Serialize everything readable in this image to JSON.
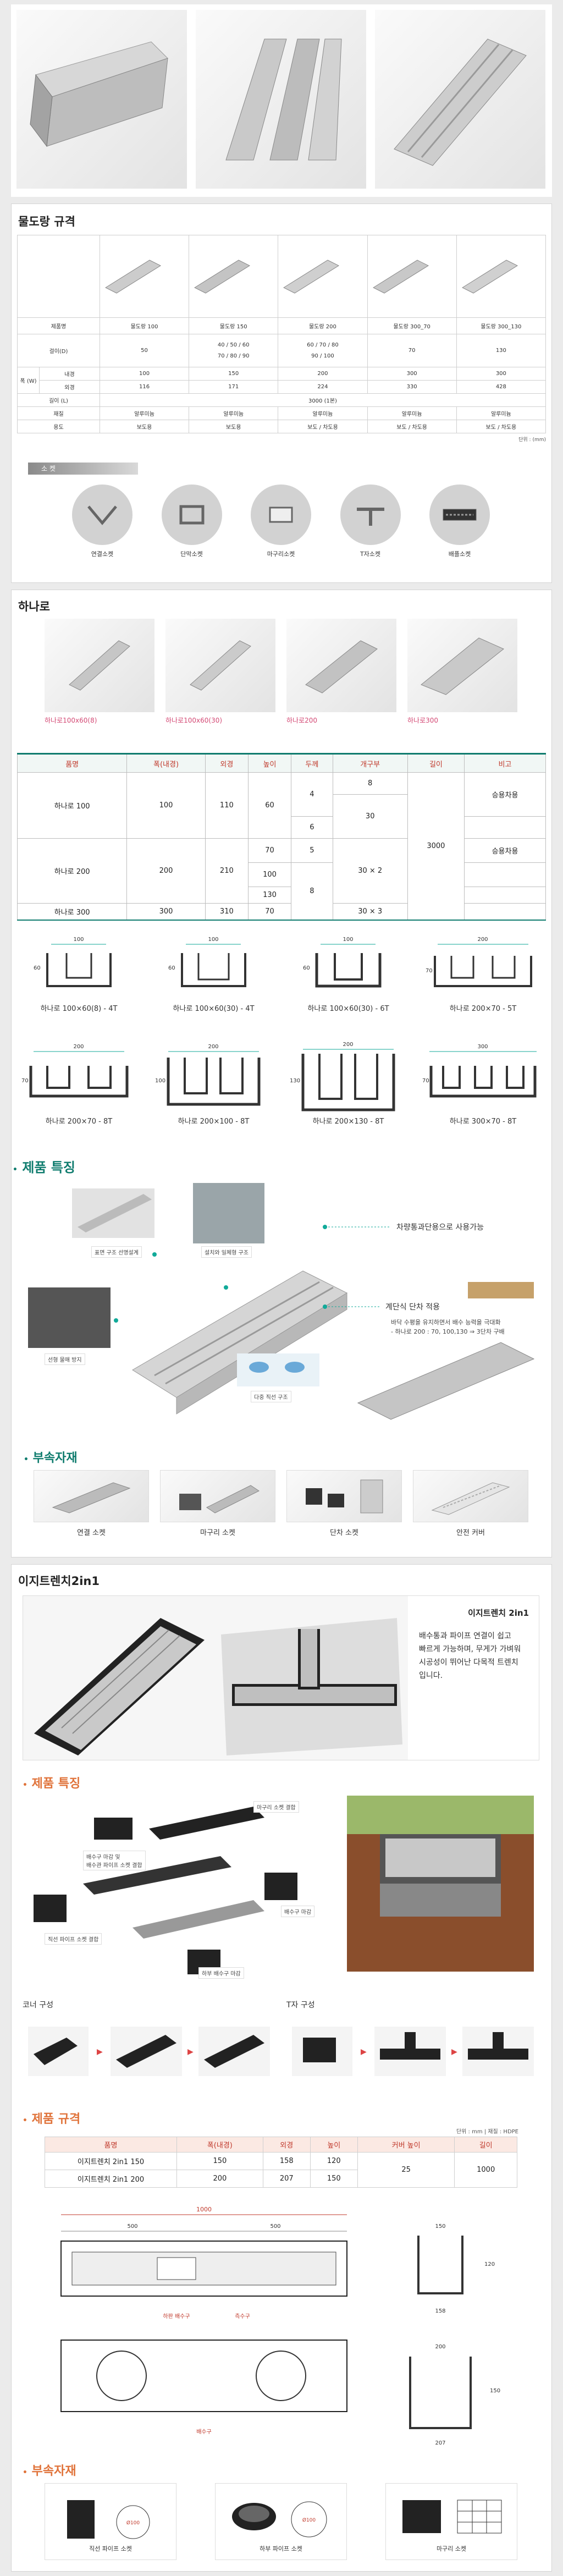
{
  "section1": {
    "title": "물도랑 규격",
    "table": {
      "row_labels": [
        "제품명",
        "걸이(D)",
        "폭 (W)",
        "내경",
        "외경",
        "길이 (L)",
        "재질",
        "용도"
      ],
      "width_group_label": "폭 (W)",
      "columns": [
        {
          "name": "물도랑 100",
          "hook": "50",
          "inner": "100",
          "outer": "116",
          "material": "알루미늄",
          "use": "보도용"
        },
        {
          "name": "물도랑 150",
          "hook": "40 / 50 / 60\n70 / 80 / 90",
          "inner": "150",
          "outer": "171",
          "material": "알루미늄",
          "use": "보도용"
        },
        {
          "name": "물도랑 200",
          "hook": "60 / 70 / 80\n90 / 100",
          "inner": "200",
          "outer": "224",
          "material": "알루미늄",
          "use": "보도 / 차도용"
        },
        {
          "name": "물도랑 300_70",
          "hook": "70",
          "inner": "300",
          "outer": "330",
          "material": "알루미늄",
          "use": "보도 / 차도용"
        },
        {
          "name": "물도랑 300_130",
          "hook": "130",
          "inner": "300",
          "outer": "428",
          "material": "알루미늄",
          "use": "보도 / 차도용"
        }
      ],
      "length_value": "3000 (1본)",
      "unit_note": "단위 : (mm)"
    },
    "socket_label": "소 켓",
    "sockets": [
      "연결소켓",
      "단막소켓",
      "마구리소켓",
      "T자소켓",
      "배플소켓"
    ]
  },
  "section2": {
    "title": "하나로",
    "products": [
      "하나로100x60(8)",
      "하나로100x60(30)",
      "하나로200",
      "하나로300"
    ],
    "headers": [
      "품명",
      "폭(내경)",
      "외경",
      "높이",
      "두께",
      "개구부",
      "길이",
      "비고"
    ],
    "rows": {
      "hanaro100": {
        "name": "하나로 100",
        "inner": "100",
        "outer": "110",
        "height": "60",
        "thick_a": "4",
        "thick_b": "6",
        "open_a": "8",
        "open_b": "30"
      },
      "hanaro200": {
        "name": "하나로 200",
        "inner": "200",
        "outer": "210",
        "height_a": "70",
        "height_b": "100",
        "height_c": "130",
        "thick_a": "5",
        "thick_b": "8",
        "open": "30 × 2"
      },
      "hanaro300": {
        "name": "하나로 300",
        "inner": "300",
        "outer": "310",
        "height": "70",
        "open": "30 × 3"
      }
    },
    "length": "3000",
    "notes": [
      "승용차용",
      "승용차용"
    ],
    "drawings": [
      {
        "caption": "하나로 100×60(8) - 4T",
        "w": "100",
        "h": "60"
      },
      {
        "caption": "하나로 100×60(30) - 4T",
        "w": "100",
        "h": "60"
      },
      {
        "caption": "하나로 100×60(30) - 6T",
        "w": "100",
        "h": "60"
      },
      {
        "caption": "하나로 200×70 - 5T",
        "w": "200",
        "h": "70"
      },
      {
        "caption": "하나로 200×70 - 8T",
        "w": "200",
        "h": "70"
      },
      {
        "caption": "하나로 200×100 - 8T",
        "w": "200",
        "h": "100"
      },
      {
        "caption": "하나로 200×130 - 8T",
        "w": "200",
        "h": "130"
      },
      {
        "caption": "하나로 300×70 - 8T",
        "w": "300",
        "h": "70"
      }
    ],
    "features_title": "제품 특징",
    "feature_callouts": [
      "표면 구조 선명설계",
      "설치와 일체형 구조",
      "선형 물매 방지",
      "다중 직선 구조"
    ],
    "feature_text1": "차량통과단용으로 사용가능",
    "feature_text2": "계단식 단차 적용",
    "feature_desc": "바닥 수평을 유지하면서 배수 능력을 극대화\n- 하나로 200 : 70, 100,130 ⇒ 3단차 구배",
    "accessories_title": "부속자재",
    "accessories": [
      "연결 소켓",
      "마구리 소켓",
      "단차 소켓",
      "안전 커버"
    ]
  },
  "section3": {
    "title": "이지트렌치2in1",
    "intro_title": "이지트렌치 2in1",
    "intro_text": "배수통과 파이프 연결이 쉽고\n빠르게 가능하며, 무게가 가벼워\n시공성이 뛰어난 다목적 트렌치\n입니다.",
    "features_title": "제품 특징",
    "feature_callouts": [
      "마구리 소켓 결합",
      "배수구 마감 및\n배수관 파이프 소켓 결합",
      "직선 파이프 소켓 결합",
      "배수구 마감",
      "하부 배수구 마감"
    ],
    "corner_label": "코너 구성",
    "t_label": "T자 구성",
    "spec_title": "제품 규격",
    "spec_unit": "단위 : mm  |  재질 : HDPE",
    "spec_headers": [
      "품명",
      "폭(내경)",
      "외경",
      "높이",
      "커버 높이",
      "길이"
    ],
    "spec_rows": [
      {
        "name": "이지트렌치 2in1 150",
        "inner": "150",
        "outer": "158",
        "height": "120"
      },
      {
        "name": "이지트렌치 2in1 200",
        "inner": "200",
        "outer": "207",
        "height": "150"
      }
    ],
    "cover_height": "25",
    "spec_length": "1000",
    "drawing": {
      "length": "1000",
      "half": "500",
      "labels": [
        "하판 배수구",
        "측수구"
      ],
      "bottom_label": "배수구",
      "dim150": {
        "w": "150",
        "h": "120",
        "outer": "158"
      },
      "dim200": {
        "w": "200",
        "h": "150",
        "outer": "207"
      },
      "circle_label": "Ø100"
    },
    "accessories_title": "부속자재",
    "accessories": [
      "직선 파이프 소켓",
      "하부 파이프 소켓",
      "마구리 소켓"
    ]
  },
  "colors": {
    "teal": "#0f7c6e",
    "orange": "#e0733a",
    "red": "#c0392b",
    "pink": "#d44a75"
  }
}
